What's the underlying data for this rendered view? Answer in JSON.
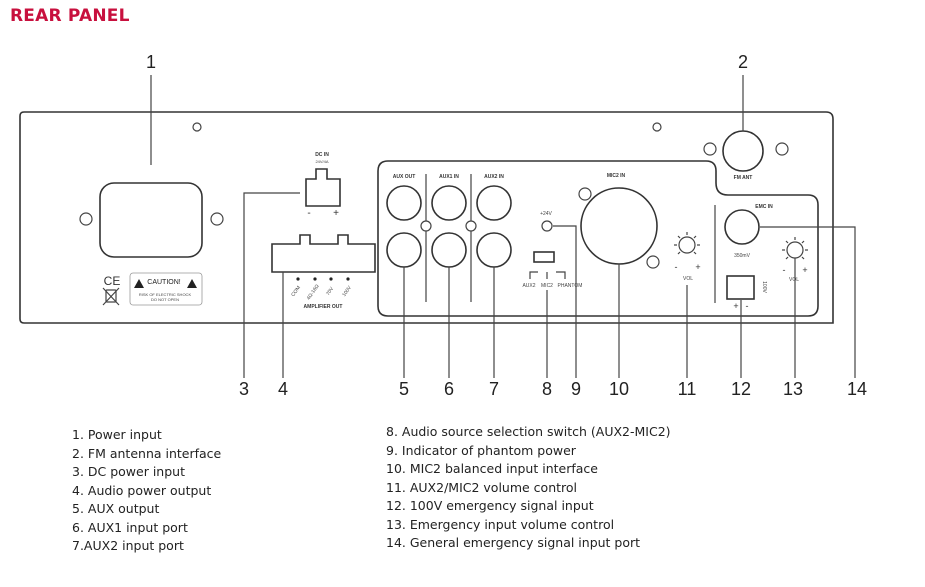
{
  "title": "REAR PANEL",
  "colors": {
    "title": "#c8103e",
    "line": "#333333"
  },
  "callouts": [
    "1",
    "2",
    "3",
    "4",
    "5",
    "6",
    "7",
    "8",
    "9",
    "10",
    "11",
    "12",
    "13",
    "14"
  ],
  "panel_labels": {
    "dc_in": "DC IN",
    "dc_in_sub": "24V/4A",
    "dc_minus": "-",
    "dc_plus": "+",
    "amp_out": "AMPLIFIER OUT",
    "amp_terms": [
      "COM",
      "4Ω-16Ω",
      "70V",
      "100V"
    ],
    "aux_out": "AUX OUT",
    "aux1_in": "AUX1 IN",
    "aux2_in": "AUX2 IN",
    "mic2_in": "MIC2 IN",
    "phantom_v": "+24V",
    "switch_opts": [
      "AUX2",
      "MIC2",
      "PHANTOM"
    ],
    "vol": "VOL",
    "minus": "-",
    "plus": "+",
    "fm_ant": "FM ANT",
    "emc_in": "EMC IN",
    "emc_level": "350mV",
    "v100": "100V",
    "ce": "CE",
    "caution": "CAUTION!",
    "caution_line1": "RISK OF ELECTRIC SHOCK",
    "caution_line2": "DO NOT OPEN"
  },
  "legend_left": [
    "1. Power input",
    "2. FM antenna interface",
    "3. DC power input",
    "4. Audio power output",
    "5. AUX output",
    "6. AUX1 input port",
    "7.AUX2 input port"
  ],
  "legend_right": [
    "8. Audio source selection switch (AUX2-MIC2)",
    "9. Indicator of phantom power",
    "10. MIC2 balanced input interface",
    "11. AUX2/MIC2 volume control",
    "12. 100V emergency signal input",
    "13. Emergency input volume control",
    "14. General emergency signal input port"
  ]
}
